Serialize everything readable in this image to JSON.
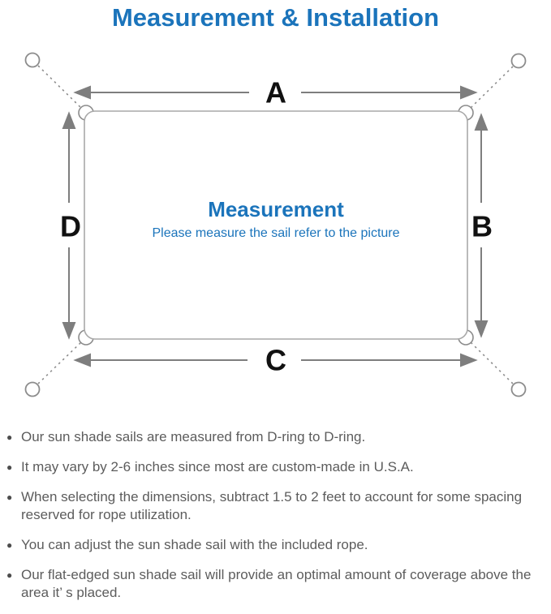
{
  "page": {
    "title": "Measurement & Installation"
  },
  "diagram": {
    "center_heading": "Measurement",
    "center_caption": "Please measure the sail refer to the picture",
    "labels": {
      "top": "A",
      "right": "B",
      "bottom": "C",
      "left": "D"
    },
    "colors": {
      "accent_blue": "#1b74bb",
      "dimension_gray": "#7e7e7e",
      "sail_outline_gray": "#a9a9a9",
      "ring_gray": "#8c8c8c",
      "note_text_gray": "#5c5c5c"
    }
  },
  "notes": {
    "items": [
      "Our sun shade sails are measured from D-ring to D-ring.",
      "It may vary by 2-6 inches since most are custom-made in U.S.A.",
      "When selecting the dimensions, subtract 1.5 to 2 feet to account for some spacing reserved for rope utilization.",
      "You can adjust the sun shade sail with the included rope.",
      "Our flat-edged sun shade sail will provide an optimal amount of coverage above the area it’ s placed."
    ]
  }
}
